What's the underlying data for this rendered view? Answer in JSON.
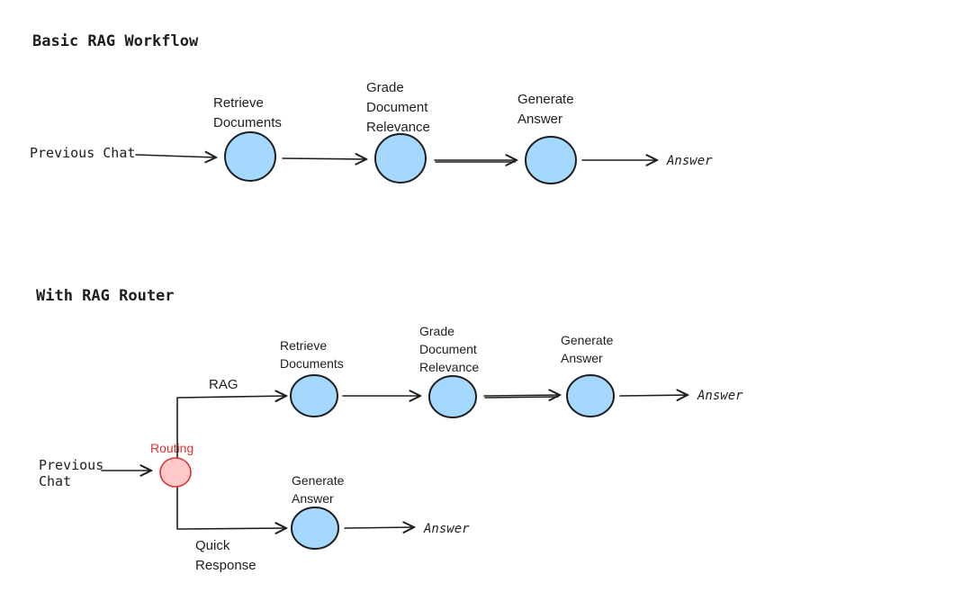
{
  "colors": {
    "stroke": "#1e1e1e",
    "node_fill_blue": "#a5d8ff",
    "node_fill_red": "#ffc9c9",
    "routing_accent": "#e03131",
    "background": "#ffffff"
  },
  "basic": {
    "title": "Basic RAG Workflow",
    "input": "Previous Chat",
    "retrieve": [
      "Retrieve",
      "Documents"
    ],
    "grade": [
      "Grade",
      "Document",
      "Relevance"
    ],
    "generate": [
      "Generate",
      "Answer"
    ],
    "output": "Answer"
  },
  "router": {
    "title": "With RAG Router",
    "input": [
      "Previous",
      "Chat"
    ],
    "routing": "Routing",
    "rag_label": "RAG",
    "quick_label": [
      "Quick",
      "Response"
    ],
    "retrieve": [
      "Retrieve",
      "Documents"
    ],
    "grade": [
      "Grade",
      "Document",
      "Relevance"
    ],
    "generate": [
      "Generate",
      "Answer"
    ],
    "output": "Answer",
    "quick_generate": [
      "Generate",
      "Answer"
    ],
    "quick_output": "Answer"
  }
}
